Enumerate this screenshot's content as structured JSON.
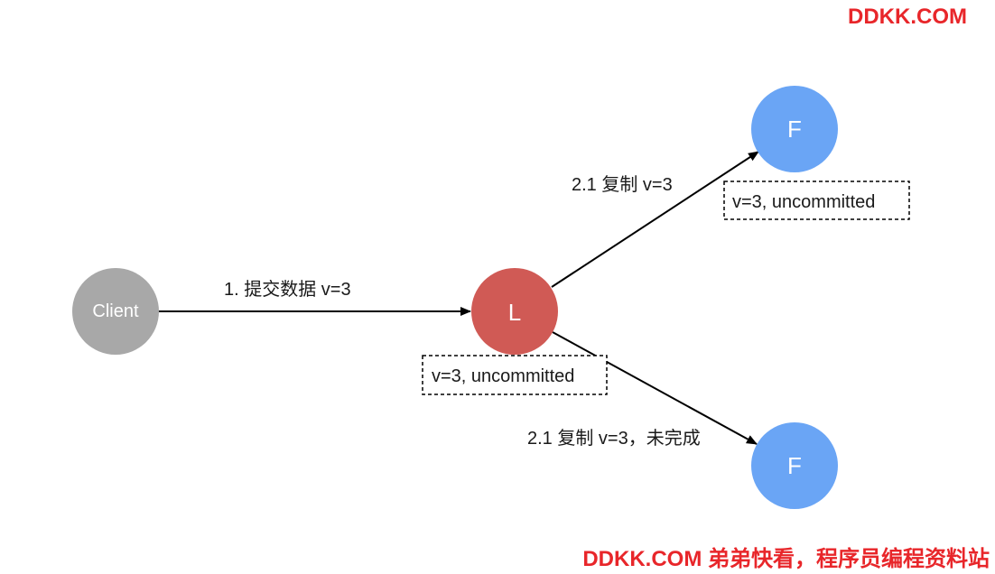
{
  "nodes": {
    "client": {
      "label": "Client",
      "color": "#a8a8a8"
    },
    "leader": {
      "label": "L",
      "color": "#d05a55"
    },
    "follower_top": {
      "label": "F",
      "color": "#6aa5f5"
    },
    "follower_bottom": {
      "label": "F",
      "color": "#6aa5f5"
    }
  },
  "edges": {
    "client_to_leader": {
      "label": "1. 提交数据 v=3"
    },
    "leader_to_follower_top": {
      "label": "2.1 复制 v=3"
    },
    "leader_to_follower_bottom": {
      "label": "2.1 复制 v=3，未完成"
    }
  },
  "states": {
    "leader": "v=3, uncommitted",
    "follower_top": "v=3, uncommitted"
  },
  "watermarks": {
    "top": "DDKK.COM",
    "bottom": "DDKK.COM 弟弟快看，程序员编程资料站"
  }
}
